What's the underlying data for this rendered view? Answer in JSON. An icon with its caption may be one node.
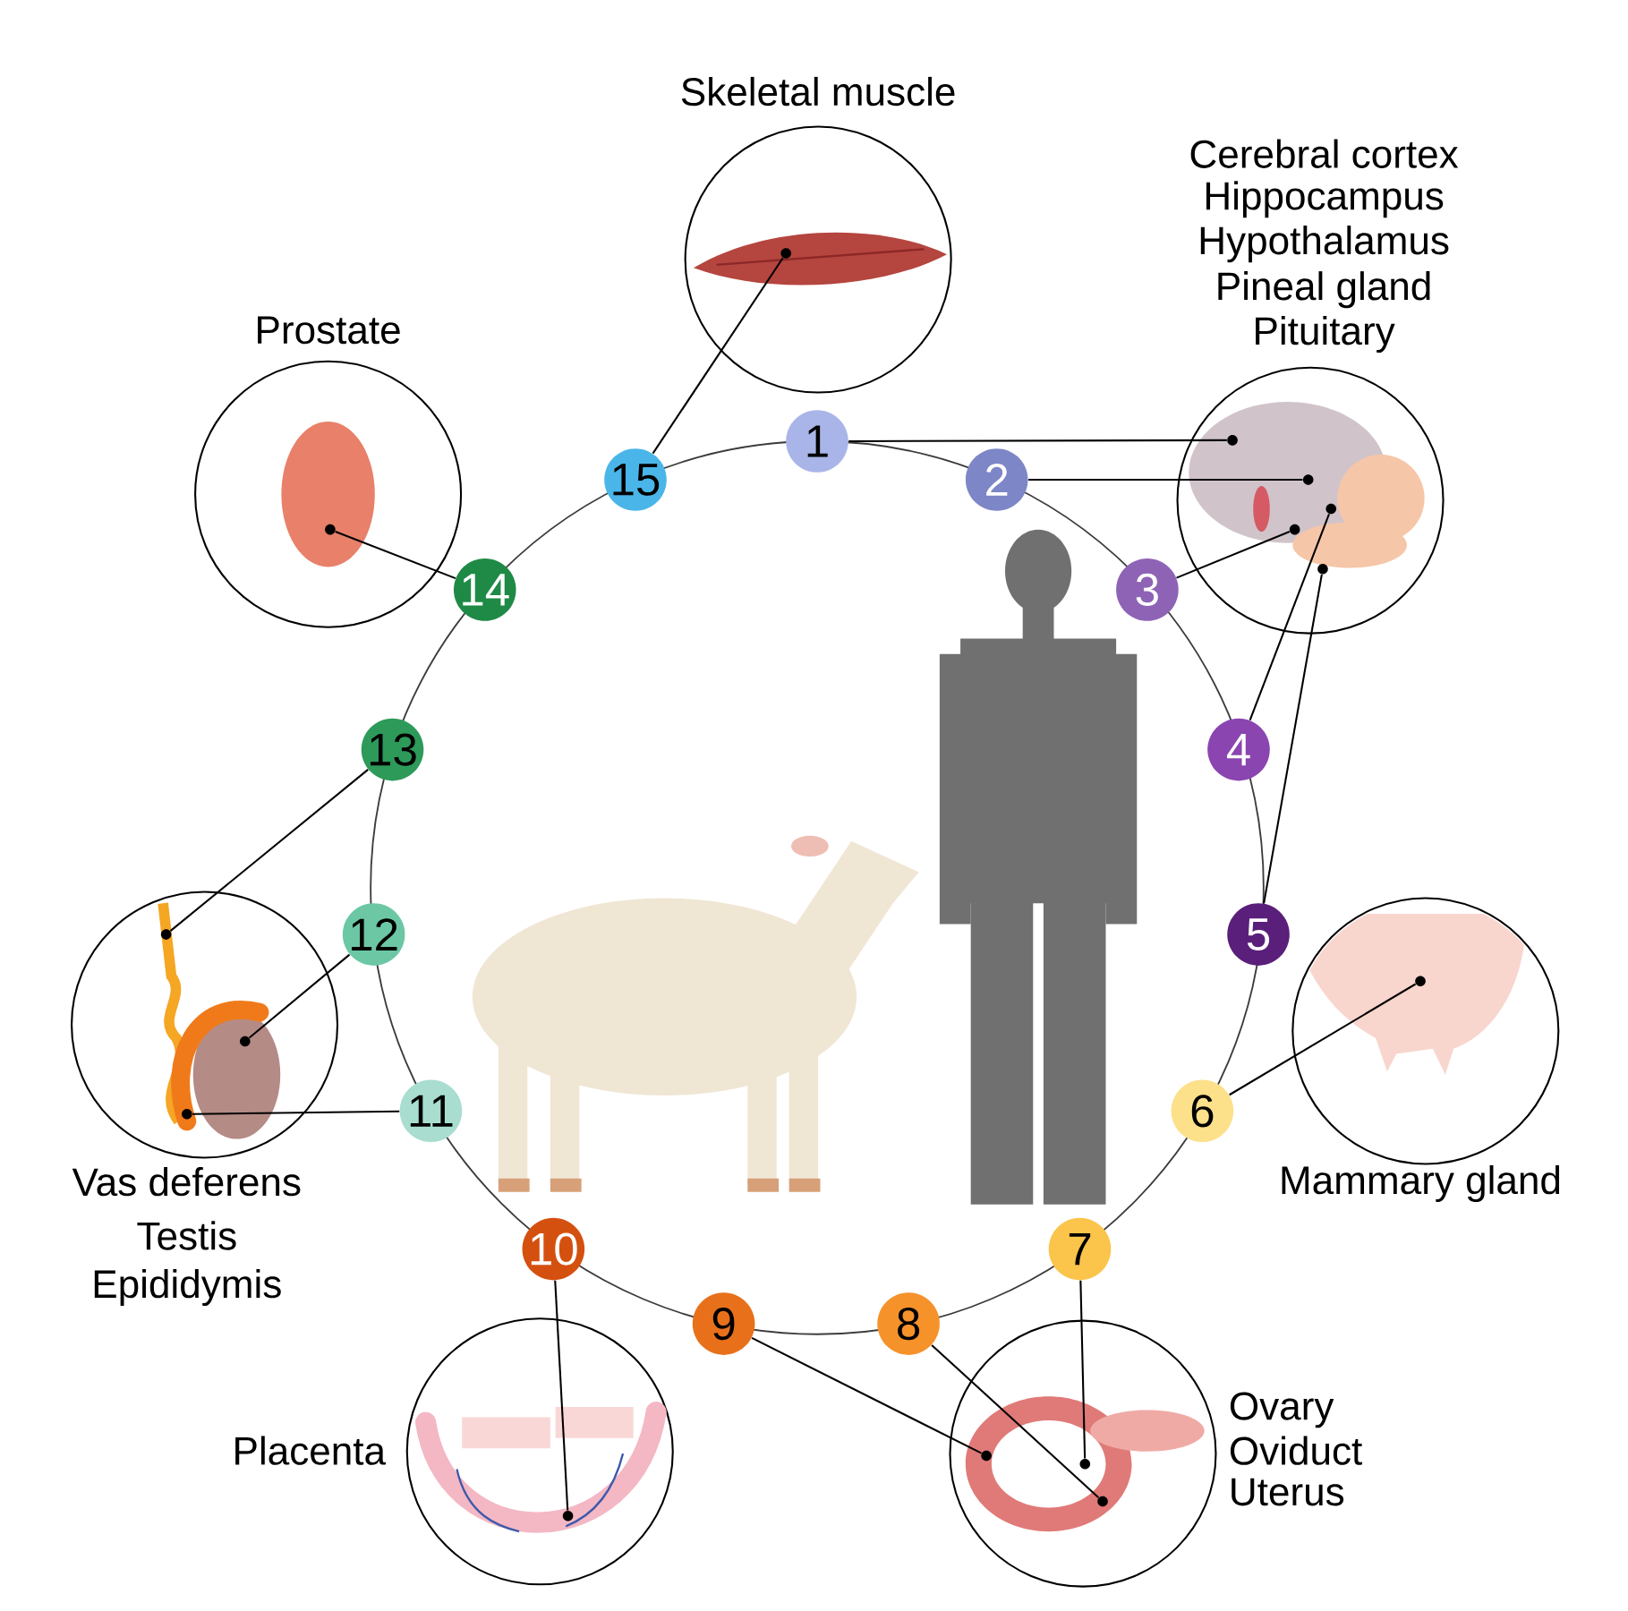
{
  "diagram": {
    "nodes": [
      {
        "text": [
          "1"
        ]
      },
      {
        "text": [
          "2"
        ]
      },
      {
        "text": [
          "3"
        ]
      },
      {
        "text": [
          "4"
        ]
      },
      {
        "text": [
          "5"
        ]
      },
      {
        "text": [
          "6"
        ]
      },
      {
        "text": [
          "7"
        ]
      },
      {
        "text": [
          "8"
        ]
      },
      {
        "text": [
          "9"
        ]
      },
      {
        "text": [
          "10"
        ]
      },
      {
        "text": [
          "11"
        ]
      },
      {
        "text": [
          "12"
        ]
      },
      {
        "text": [
          "13"
        ]
      },
      {
        "text": [
          "14"
        ]
      },
      {
        "text": [
          "15"
        ]
      },
      {
        "text": [
          "Skeletal muscle"
        ]
      },
      {
        "text": [
          "Cerebral cortex",
          "Hippocampus",
          "Hypothalamus",
          "Pineal gland",
          "Pituitary"
        ]
      },
      {
        "text": [
          "Mammary gland"
        ]
      },
      {
        "text": [
          "Ovary",
          "Oviduct",
          "Uterus"
        ]
      },
      {
        "text": [
          "Placenta"
        ]
      },
      {
        "text": [
          "Vas deferens",
          "Testis",
          "Epididymis"
        ]
      },
      {
        "text": [
          "Prostate"
        ]
      },
      {
        "text": [],
        "shape": "circle",
        "in": 15
      },
      {
        "text": [],
        "shape": "circle",
        "in": 16
      },
      {
        "text": [],
        "shape": "circle",
        "in": 16
      },
      {
        "text": [],
        "shape": "circle",
        "in": 16
      },
      {
        "text": [],
        "shape": "circle",
        "in": 16
      },
      {
        "text": [],
        "shape": "circle",
        "in": 16
      },
      {
        "text": [],
        "shape": "circle",
        "in": 17
      },
      {
        "text": [],
        "shape": "circle",
        "in": 18
      },
      {
        "text": [],
        "shape": "circle",
        "in": 18
      },
      {
        "text": [],
        "shape": "circle",
        "in": 18
      },
      {
        "text": [],
        "shape": "circle",
        "in": 19
      },
      {
        "text": [],
        "shape": "circle",
        "in": 20
      },
      {
        "text": [],
        "shape": "circle",
        "in": 20
      },
      {
        "text": [],
        "shape": "circle",
        "in": 20
      },
      {
        "text": [],
        "shape": "circle",
        "in": 21
      }
    ],
    "edges": [
      {
        "from": 0,
        "to": 23,
        "arrow": "none"
      },
      {
        "from": 1,
        "to": 24,
        "arrow": "none"
      },
      {
        "from": 2,
        "to": 25,
        "arrow": "none"
      },
      {
        "from": 3,
        "to": 26,
        "arrow": "none"
      },
      {
        "from": 4,
        "to": 27,
        "arrow": "none"
      },
      {
        "from": 5,
        "to": 28,
        "arrow": "none"
      },
      {
        "from": 6,
        "to": 29,
        "arrow": "none"
      },
      {
        "from": 7,
        "to": 30,
        "arrow": "none"
      },
      {
        "from": 8,
        "to": 31,
        "arrow": "none"
      },
      {
        "from": 9,
        "to": 32,
        "arrow": "none"
      },
      {
        "from": 10,
        "to": 33,
        "arrow": "none"
      },
      {
        "from": 11,
        "to": 34,
        "arrow": "none"
      },
      {
        "from": 12,
        "to": 35,
        "arrow": "none"
      },
      {
        "from": 13,
        "to": 36,
        "arrow": "none"
      },
      {
        "from": 14,
        "to": 22,
        "arrow": "none"
      }
    ]
  }
}
